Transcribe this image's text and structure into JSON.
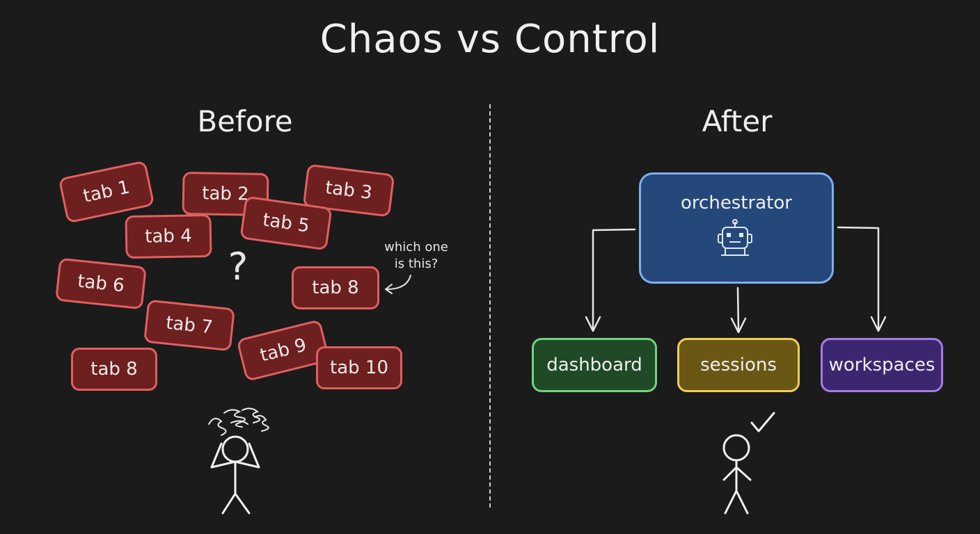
{
  "title": "Chaos vs Control",
  "before": {
    "heading": "Before",
    "tabs": [
      {
        "label": "tab 1"
      },
      {
        "label": "tab 2"
      },
      {
        "label": "tab 3"
      },
      {
        "label": "tab 4"
      },
      {
        "label": "tab 5"
      },
      {
        "label": "tab 6"
      },
      {
        "label": "tab 8"
      },
      {
        "label": "tab 7"
      },
      {
        "label": "tab 8"
      },
      {
        "label": "tab 9"
      },
      {
        "label": "tab 10"
      }
    ],
    "annotation_line1": "which one",
    "annotation_line2": "is this?",
    "question_mark": "?"
  },
  "after": {
    "heading": "After",
    "orchestrator_label": "orchestrator",
    "children": [
      {
        "label": "dashboard"
      },
      {
        "label": "sessions"
      },
      {
        "label": "workspaces"
      }
    ]
  },
  "colors": {
    "background": "#1b1b1b",
    "tab_fill": "#6e1f1f",
    "tab_border": "#e06060",
    "orchestrator_fill": "#24487a",
    "orchestrator_border": "#7fb0ee",
    "dashboard_border": "#6ed57c",
    "sessions_border": "#f1cd57",
    "workspaces_border": "#a67ce4"
  },
  "icons": [
    "robot-icon",
    "checkmark-icon",
    "stressed-stick-figure",
    "calm-stick-figure",
    "question-mark-icon"
  ]
}
